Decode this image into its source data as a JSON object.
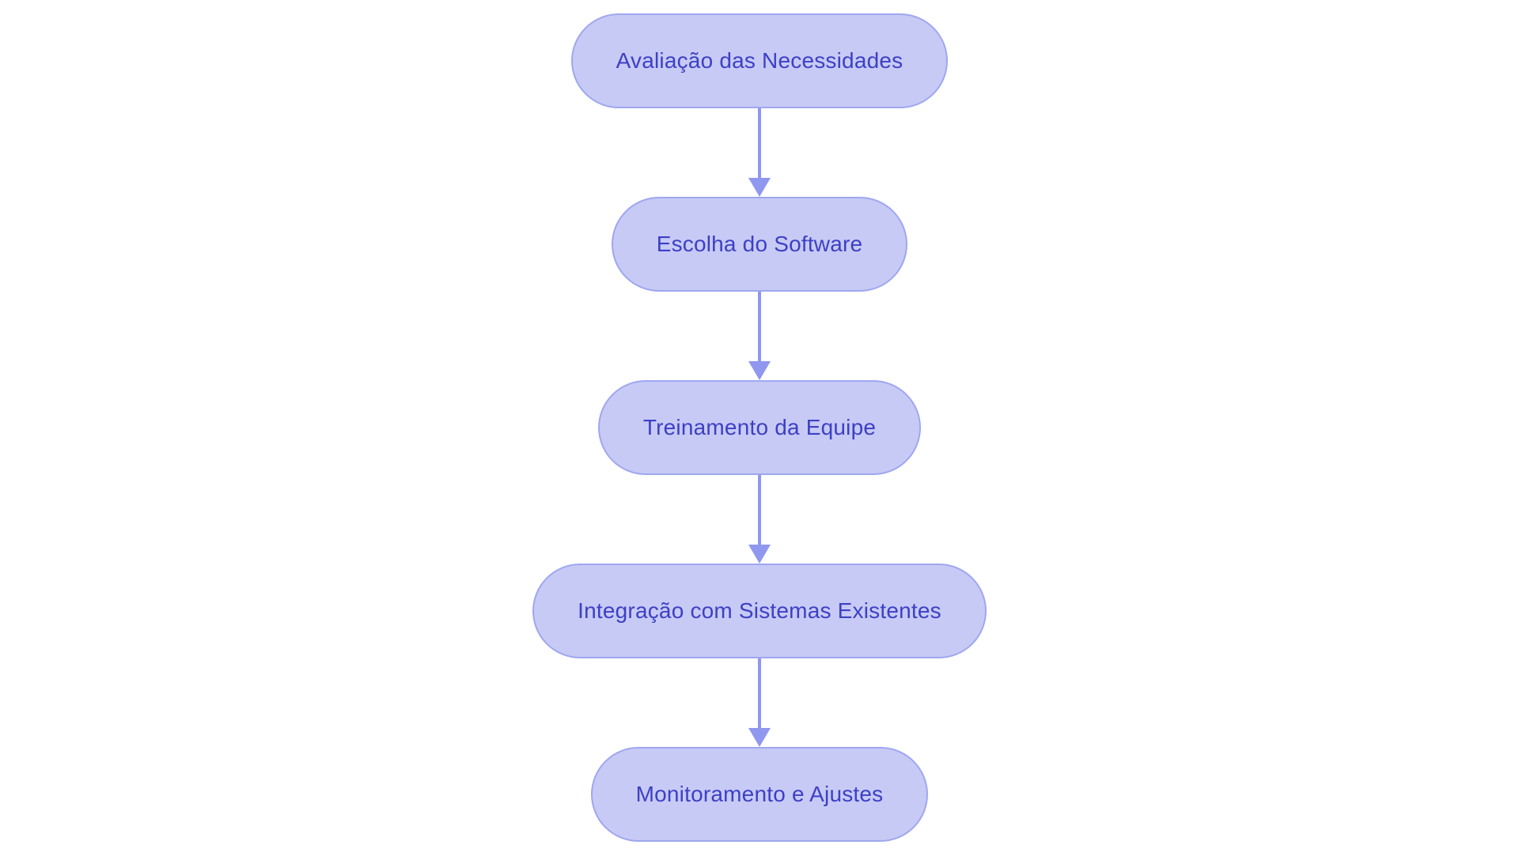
{
  "diagram": {
    "type": "flowchart",
    "direction": "top-down",
    "nodes": [
      {
        "id": "step-1",
        "label": "Avaliação das Necessidades"
      },
      {
        "id": "step-2",
        "label": "Escolha do Software"
      },
      {
        "id": "step-3",
        "label": "Treinamento da Equipe"
      },
      {
        "id": "step-4",
        "label": "Integração com Sistemas Existentes"
      },
      {
        "id": "step-5",
        "label": "Monitoramento e Ajustes"
      }
    ],
    "edges": [
      {
        "from": "step-1",
        "to": "step-2"
      },
      {
        "from": "step-2",
        "to": "step-3"
      },
      {
        "from": "step-3",
        "to": "step-4"
      },
      {
        "from": "step-4",
        "to": "step-5"
      }
    ],
    "colors": {
      "node-fill": "#c7caf5",
      "node-border": "#9fa7f0",
      "node-text": "#3d40c4",
      "arrow-color": "#8f97ef",
      "canvas-bg": "#ffffff"
    }
  }
}
